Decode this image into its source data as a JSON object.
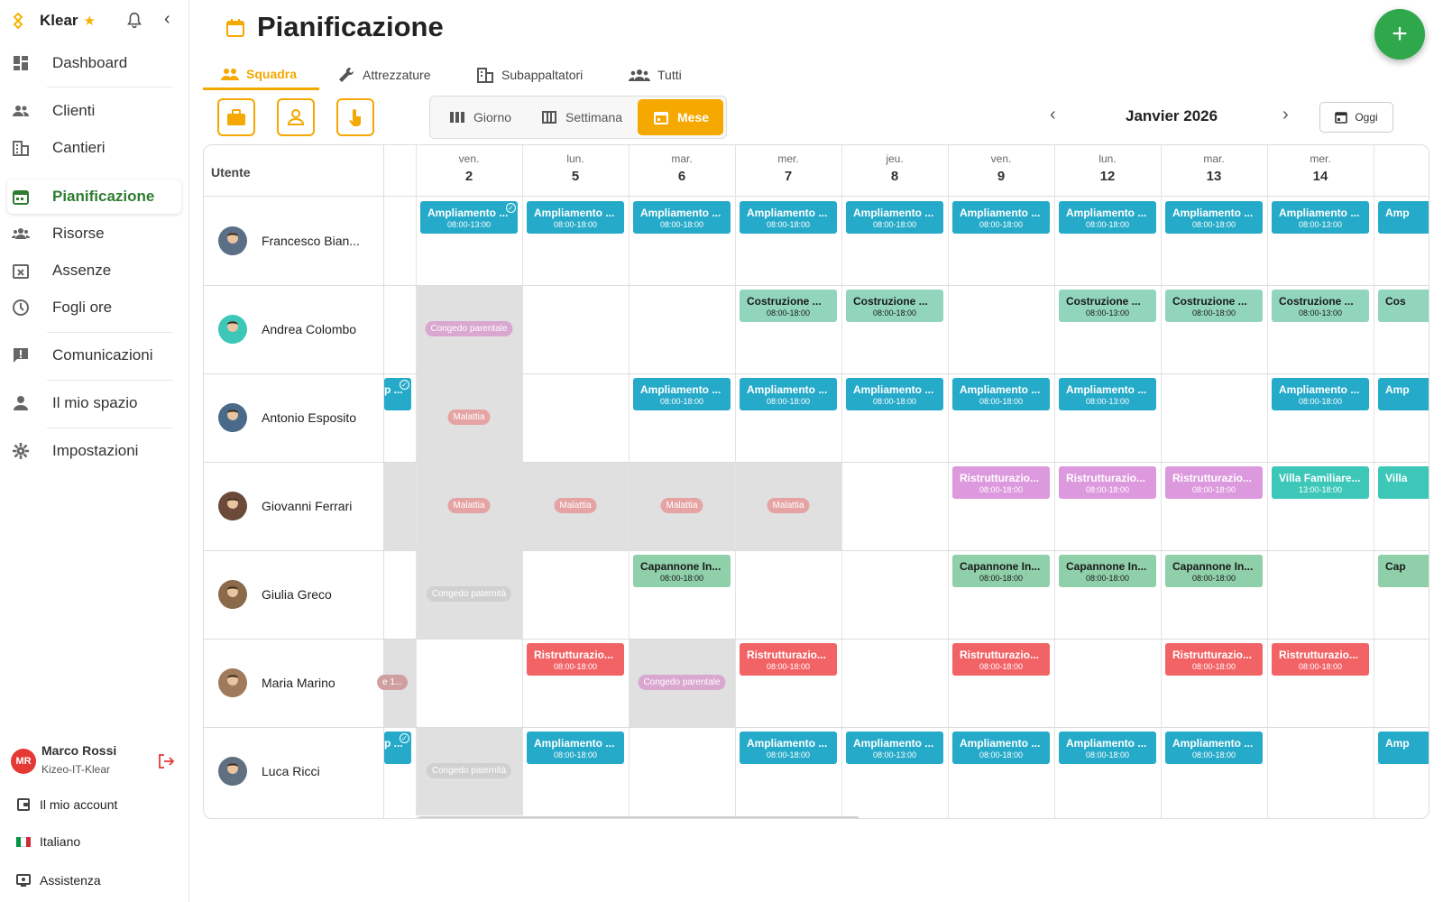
{
  "app": {
    "name": "Klear"
  },
  "sidebar": {
    "items": [
      {
        "label": "Dashboard",
        "icon": "dashboard-icon"
      },
      {
        "label": "Clienti",
        "icon": "people-icon"
      },
      {
        "label": "Cantieri",
        "icon": "building-icon"
      },
      {
        "label": "Pianificazione",
        "icon": "calendar-icon",
        "active": true
      },
      {
        "label": "Risorse",
        "icon": "groups-icon"
      },
      {
        "label": "Assenze",
        "icon": "event-busy-icon"
      },
      {
        "label": "Fogli ore",
        "icon": "clock-icon"
      },
      {
        "label": "Comunicazioni",
        "icon": "chat-alert-icon"
      },
      {
        "label": "Il mio spazio",
        "icon": "person-icon"
      },
      {
        "label": "Impostazioni",
        "icon": "gear-icon"
      }
    ],
    "user": {
      "initials": "MR",
      "name": "Marco Rossi",
      "org": "Kizeo-IT-Klear"
    },
    "footer": {
      "account": "Il mio account",
      "language": "Italiano",
      "support": "Assistenza"
    }
  },
  "header": {
    "title": "Pianificazione",
    "fab": "+"
  },
  "tabs": [
    {
      "label": "Squadra",
      "active": true
    },
    {
      "label": "Attrezzature"
    },
    {
      "label": "Subappaltatori"
    },
    {
      "label": "Tutti"
    }
  ],
  "views": {
    "day": "Giorno",
    "week": "Settimana",
    "month": "Mese",
    "active": "month"
  },
  "calendar": {
    "month_label": "Janvier 2026",
    "today_label": "Oggi",
    "user_column": "Utente",
    "days": [
      {
        "name": "ven.",
        "num": "2"
      },
      {
        "name": "lun.",
        "num": "5"
      },
      {
        "name": "mar.",
        "num": "6"
      },
      {
        "name": "mer.",
        "num": "7"
      },
      {
        "name": "jeu.",
        "num": "8"
      },
      {
        "name": "ven.",
        "num": "9"
      },
      {
        "name": "lun.",
        "num": "12"
      },
      {
        "name": "mar.",
        "num": "13"
      },
      {
        "name": "mer.",
        "num": "14"
      }
    ],
    "users": [
      "Francesco Bian...",
      "Andrea Colombo",
      "Antonio Esposito",
      "Giovanni Ferrari",
      "Giulia Greco",
      "Maria Marino",
      "Luca Ricci"
    ],
    "events": {
      "ampliamento": "Ampliamento ...",
      "costruzione": "Costruzione ...",
      "ristrutturazione": "Ristrutturazio...",
      "villa": "Villa Familiare...",
      "capannone": "Capannone In...",
      "partial_p": "p ...",
      "partial_amp": "Amp",
      "partial_cos": "Cos",
      "partial_villa": "Villa",
      "partial_cap": "Cap"
    },
    "hours": {
      "full": "08:00-18:00",
      "morning": "08:00-13:00",
      "afternoon": "13:00-18:00"
    },
    "absences": {
      "parental": "Congedo parentale",
      "sick": "Malattia",
      "paternity": "Congedo paternità",
      "partial": "e 1..."
    },
    "colors": {
      "ampliamento": "#26aac9",
      "costruzione": "#92d5bd",
      "ristrutturazione_purple": "#dd99dd",
      "ristrutturazione_red": "#f26366",
      "villa": "#3cc7b9",
      "capannone": "#8fcfa9",
      "absence_bg": "#e0e0e0",
      "accent": "#f5a800",
      "active_nav": "#2e7d32",
      "fab": "#2ea84a"
    }
  }
}
